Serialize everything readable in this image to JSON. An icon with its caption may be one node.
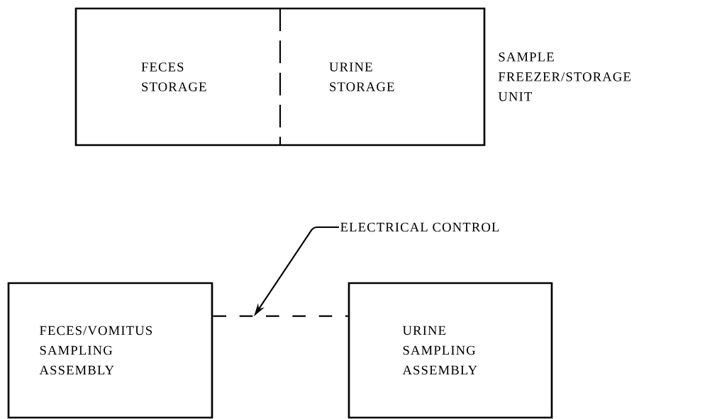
{
  "diagram": {
    "nodes": [
      {
        "text": [
          "SAMPLE FREEZER/STORAGE UNIT"
        ]
      },
      {
        "text": [
          "FECES STORAGE"
        ],
        "in": 0
      },
      {
        "text": [
          "URINE STORAGE"
        ],
        "in": 0
      },
      {
        "text": [
          "FECES/VOMITUS SAMPLING ASSEMBLY"
        ]
      },
      {
        "text": [
          "URINE SAMPLING ASSEMBLY"
        ]
      },
      {
        "text": [
          "ELECTRICAL CONTROL"
        ]
      }
    ],
    "edges": [
      {
        "from": 3,
        "to": 4,
        "arrow": "none",
        "style": "dashed"
      },
      {
        "from": 5,
        "to": null,
        "arrow": "to"
      }
    ]
  }
}
